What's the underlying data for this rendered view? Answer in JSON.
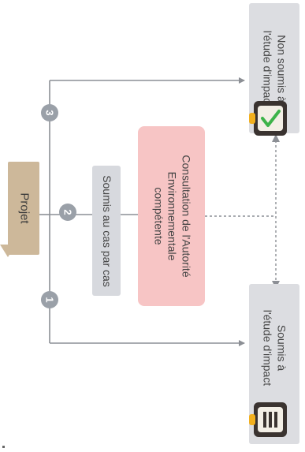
{
  "projet": {
    "label": "Projet"
  },
  "steps": [
    {
      "number": "1"
    },
    {
      "number": "2"
    },
    {
      "number": "3"
    }
  ],
  "cas_par_cas": {
    "label": "Soumis au cas par cas"
  },
  "consultation": {
    "line1": "Consultation de l'Autorité",
    "line2": "Environnementale",
    "line3": "compétente"
  },
  "outcome_non_soumis": {
    "line1": "Non soumis à",
    "line2": "l'étude d'impact",
    "icon": "checkmark-icon",
    "check_color": "#3db34a"
  },
  "outcome_soumis": {
    "line1": "Soumis à",
    "line2": "l'étude d'impact",
    "icon": "document-list-icon"
  },
  "colors": {
    "projet_fill": "#cdb89a",
    "consultation_fill": "#f7c5c5",
    "box_fill": "#dcdde1",
    "connector": "#8c8f95",
    "badge": "#9aa0a8",
    "icon_tab": "#f2b01e"
  }
}
